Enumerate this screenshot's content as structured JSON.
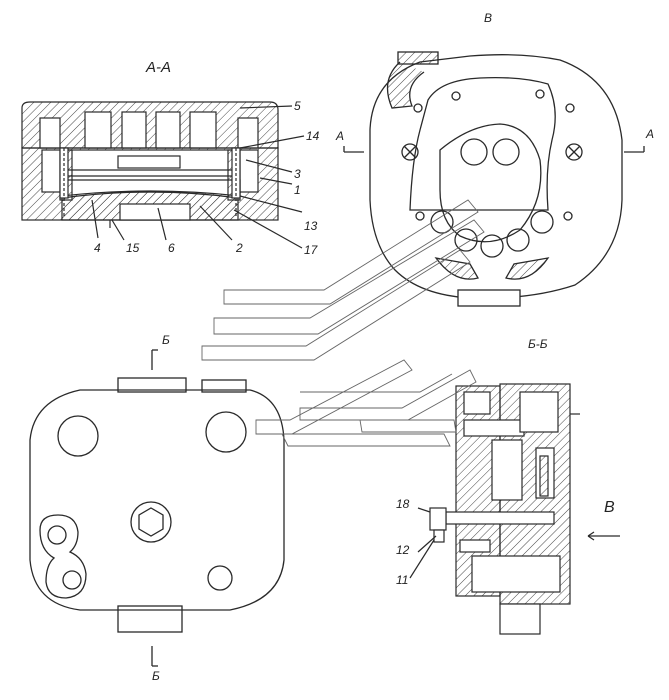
{
  "views": {
    "section_aa": "А-А",
    "view_v": "В",
    "section_bb": "Б-Б"
  },
  "markers": {
    "a_left": "А",
    "a_right": "А",
    "b_top": "Б",
    "b_bottom": "Б",
    "v_arrow": "В"
  },
  "callouts": [
    "1",
    "2",
    "3",
    "4",
    "5",
    "6",
    "11",
    "12",
    "13",
    "14",
    "15",
    "17",
    "18"
  ],
  "colors": {
    "line": "#2a2a2a",
    "paper": "#ffffff"
  }
}
